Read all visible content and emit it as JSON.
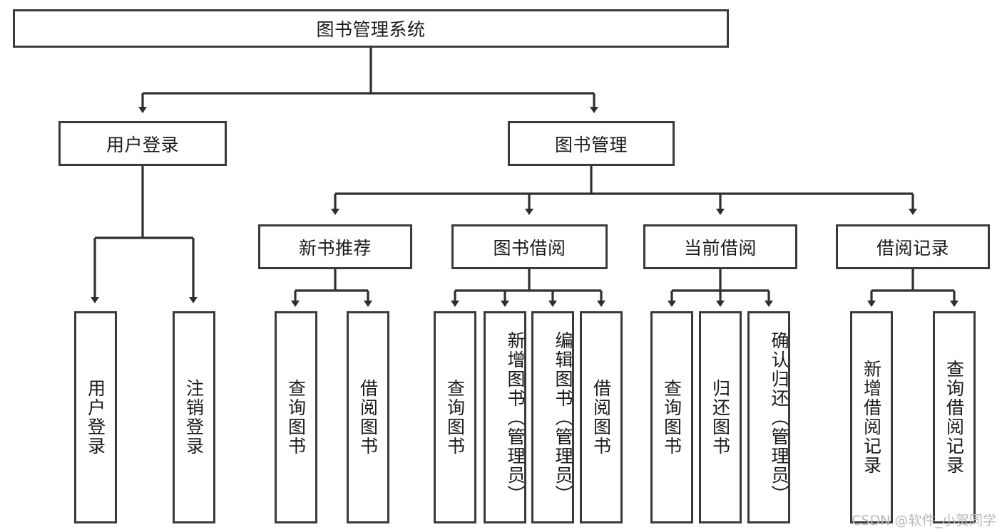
{
  "diagram": {
    "title": "图书管理系统",
    "type": "tree-hierarchy-diagram",
    "watermark": "CSDN @软件_小贺同学",
    "colors": {
      "box_border": "#3a3a3a",
      "box_fill": "#ffffff",
      "edge": "#2f2f2f",
      "text": "#1a1a1a",
      "watermark": "#b9b9b9",
      "background": "#ffffff"
    },
    "levels": {
      "root": {
        "label": "图书管理系统"
      },
      "level2": [
        {
          "id": "user-login",
          "label": "用户登录"
        },
        {
          "id": "book-management",
          "label": "图书管理"
        }
      ],
      "level3": [
        {
          "id": "new-book-recommend",
          "label": "新书推荐"
        },
        {
          "id": "book-borrow",
          "label": "图书借阅"
        },
        {
          "id": "current-borrow",
          "label": "当前借阅"
        },
        {
          "id": "borrow-record",
          "label": "借阅记录"
        }
      ],
      "leaves": [
        {
          "id": "leaf-user-login",
          "label": "用户登录",
          "parent": "user-login"
        },
        {
          "id": "leaf-logout-login",
          "label": "注销登录",
          "parent": "user-login"
        },
        {
          "id": "leaf-query-book-1",
          "label": "查询图书",
          "parent": "new-book-recommend"
        },
        {
          "id": "leaf-borrow-book-1",
          "label": "借阅图书",
          "parent": "new-book-recommend"
        },
        {
          "id": "leaf-query-book-2",
          "label": "查询图书",
          "parent": "book-borrow"
        },
        {
          "id": "leaf-add-book",
          "label": "新增图书（管理员）",
          "parent": "book-borrow"
        },
        {
          "id": "leaf-edit-book",
          "label": "编辑图书（管理员）",
          "parent": "book-borrow"
        },
        {
          "id": "leaf-borrow-book-2",
          "label": "借阅图书",
          "parent": "book-borrow"
        },
        {
          "id": "leaf-query-book-3",
          "label": "查询图书",
          "parent": "current-borrow"
        },
        {
          "id": "leaf-return-book",
          "label": "归还图书",
          "parent": "current-borrow"
        },
        {
          "id": "leaf-confirm-return",
          "label": "确认归还（管理员）",
          "parent": "current-borrow"
        },
        {
          "id": "leaf-add-record",
          "label": "新增借阅记录",
          "parent": "borrow-record"
        },
        {
          "id": "leaf-query-record",
          "label": "查询借阅记录",
          "parent": "borrow-record"
        }
      ]
    }
  }
}
